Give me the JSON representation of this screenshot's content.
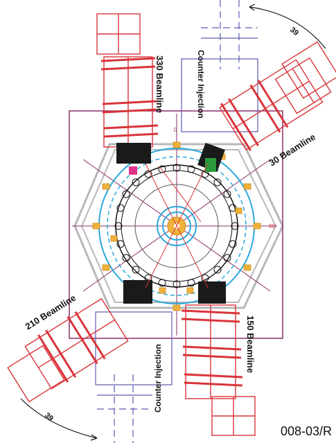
{
  "labels": {
    "beam_330": "330  Beamline",
    "beam_30": "30  Beamline",
    "beam_210": "210  Beamline",
    "beam_150": "150  Beamline",
    "counter_top": "Counter Injection",
    "counter_bottom": "Counter Injection",
    "angle_top": "39",
    "angle_bottom": "39",
    "deg_0": "0",
    "deg_90": "90",
    "figure_id": "008-03/R"
  },
  "colors": {
    "beamline": "#d9343a",
    "frame": "#8c2f6a",
    "ring": "#2aa8dc",
    "injection": "#5a5ab0",
    "magnet": "#f0b23c",
    "support": "#1a1a1a",
    "hex": "#b8b8b8"
  }
}
